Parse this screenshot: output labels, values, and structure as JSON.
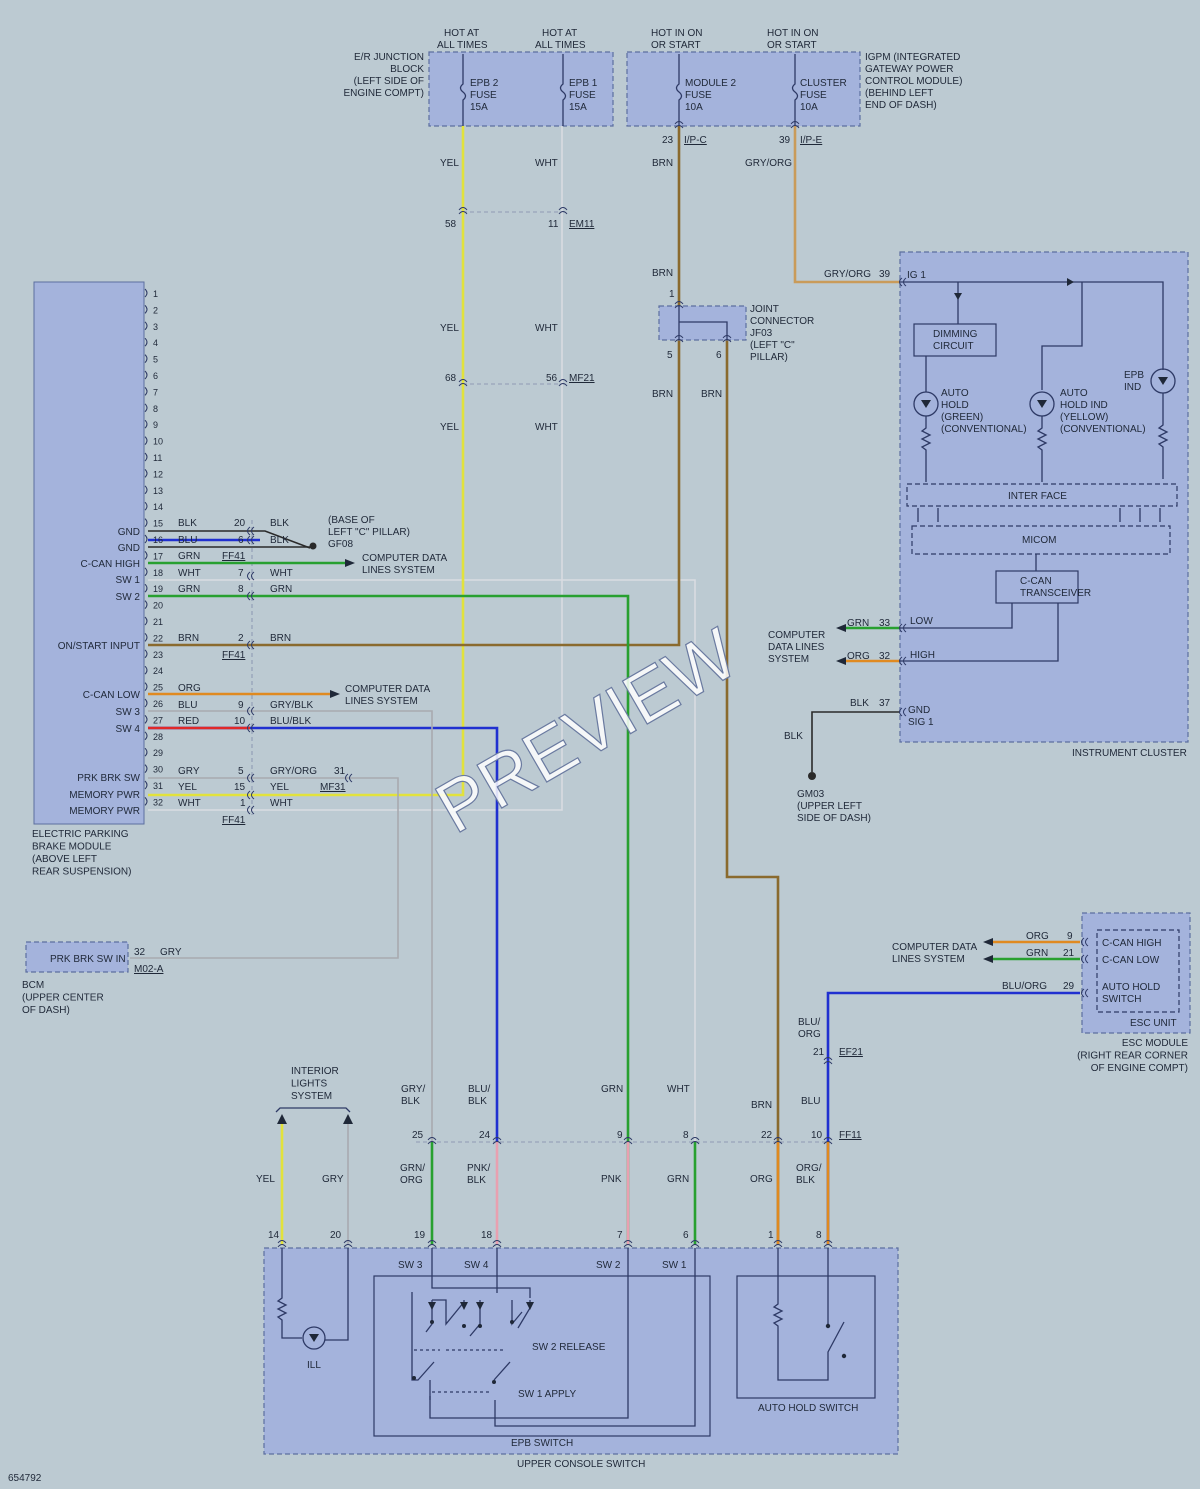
{
  "watermark": "PREVIEW",
  "diagram_id": "654792",
  "fuses": {
    "header_hot_always_1": "HOT AT ALL TIMES",
    "header_hot_always_2": "HOT AT ALL TIMES",
    "header_hot_on_1": "HOT IN ON OR START",
    "header_hot_on_2": "HOT IN ON OR START",
    "er_block": [
      "E/R JUNCTION",
      "BLOCK",
      "(LEFT SIDE OF",
      "ENGINE COMPT)"
    ],
    "igpm": [
      "IGPM (INTEGRATED",
      "GATEWAY POWER",
      "CONTROL MODULE)",
      "(BEHIND LEFT",
      "END OF DASH)"
    ],
    "epb2": [
      "EPB 2",
      "FUSE",
      "15A"
    ],
    "epb1": [
      "EPB 1",
      "FUSE",
      "15A"
    ],
    "module2": [
      "MODULE 2",
      "FUSE",
      "10A"
    ],
    "cluster": [
      "CLUSTER",
      "FUSE",
      "10A"
    ],
    "pin_23": "23",
    "conn_ipc": "I/P-C",
    "pin_39": "39",
    "conn_ipe": "I/P-E"
  },
  "connectors": {
    "em11_pin58": "58",
    "em11_pin11": "11",
    "em11": "EM11",
    "mf21_pin68": "68",
    "mf21_pin56": "56",
    "mf21": "MF21",
    "ff41_a": "FF41",
    "ff41_b": "FF41",
    "ff41_c": "FF41",
    "mf31": "MF31",
    "mf31_pin": "31",
    "m02a": "M02-A",
    "ef21": "EF21",
    "ef21_pin": "21",
    "ff11": "FF11"
  },
  "wires": {
    "yel": "YEL",
    "wht": "WHT",
    "brn": "BRN",
    "gry_org": "GRY/ORG",
    "blk": "BLK",
    "blu": "BLU",
    "grn": "GRN",
    "org": "ORG",
    "gry_blk": "GRY/BLK",
    "red": "RED",
    "blu_blk": "BLU/BLK",
    "gry": "GRY",
    "blu_org": "BLU/ORG",
    "pnk": "PNK",
    "grn_org": [
      "GRN/",
      "ORG"
    ],
    "pnk_blk": [
      "PNK/",
      "BLK"
    ],
    "gry_blk2": [
      "GRY/",
      "BLK"
    ],
    "blu_blk2": [
      "BLU/",
      "BLK"
    ],
    "org_blk": [
      "ORG/",
      "BLK"
    ],
    "blu_org2": [
      "BLU/",
      "ORG"
    ]
  },
  "joint": {
    "label": [
      "JOINT",
      "CONNECTOR",
      "JF03",
      "(LEFT \"C\"",
      "PILLAR)"
    ],
    "pin1": "1",
    "pin5": "5",
    "pin6": "6"
  },
  "epb_module": {
    "label": [
      "ELECTRIC PARKING",
      "BRAKE MODULE",
      "(ABOVE LEFT",
      "REAR SUSPENSION)"
    ],
    "pins": [
      "1",
      "2",
      "3",
      "4",
      "5",
      "6",
      "7",
      "8",
      "9",
      "10",
      "11",
      "12",
      "13",
      "14",
      "15",
      "16",
      "17",
      "18",
      "19",
      "20",
      "21",
      "22",
      "23",
      "24",
      "25",
      "26",
      "27",
      "28",
      "29",
      "30",
      "31",
      "32"
    ],
    "gnd1": "GND",
    "gnd2": "GND",
    "can_high": "C-CAN HIGH",
    "sw1": "SW 1",
    "sw2": "SW 2",
    "on_start": "ON/START INPUT",
    "can_low": "C-CAN LOW",
    "sw3": "SW 3",
    "sw4": "SW 4",
    "prk_brk": "PRK BRK SW",
    "mem_pwr1": "MEMORY PWR",
    "mem_pwr2": "MEMORY PWR"
  },
  "ground_gf08": [
    "(BASE OF",
    "LEFT \"C\" PILLAR)",
    "GF08"
  ],
  "cdls_1": [
    "COMPUTER DATA",
    "LINES SYSTEM"
  ],
  "cdls_2": [
    "COMPUTER DATA",
    "LINES SYSTEM"
  ],
  "cdls_3": [
    "COMPUTER",
    "DATA LINES",
    "SYSTEM"
  ],
  "cdls_4": [
    "COMPUTER DATA",
    "LINES SYSTEM"
  ],
  "bcm": {
    "box": "PRK BRK SW IN",
    "pin": "32",
    "label": [
      "BCM",
      "(UPPER CENTER",
      "OF DASH)"
    ]
  },
  "cluster": {
    "ig1": "IG 1",
    "pin39": "39",
    "dimming": [
      "DIMMING",
      "CIRCUIT"
    ],
    "auto_hold_green": [
      "AUTO",
      "HOLD",
      "(GREEN)",
      "(CONVENTIONAL)"
    ],
    "auto_hold_yellow": [
      "AUTO",
      "HOLD IND",
      "(YELLOW)",
      "(CONVENTIONAL)"
    ],
    "epb_ind": [
      "EPB",
      "IND"
    ],
    "interface": "INTER FACE",
    "micom": "MICOM",
    "transceiver": [
      "C-CAN",
      "TRANSCEIVER"
    ],
    "low": "LOW",
    "high": "HIGH",
    "gnd": "GND",
    "sig1": "SIG 1",
    "pin33": "33",
    "pin32": "32",
    "pin37": "37",
    "label": "INSTRUMENT CLUSTER"
  },
  "gm03": [
    "GM03",
    "(UPPER LEFT",
    "SIDE OF DASH)"
  ],
  "esc": {
    "can_high": "C-CAN HIGH",
    "can_low": "C-CAN LOW",
    "auto_hold": [
      "AUTO HOLD",
      "SWITCH"
    ],
    "unit": "ESC UNIT",
    "label": [
      "ESC MODULE",
      "(RIGHT REAR CORNER",
      "OF ENGINE COMPT)"
    ],
    "pin9": "9",
    "pin21": "21",
    "pin29": "29"
  },
  "interior": [
    "INTERIOR",
    "LIGHTS",
    "SYSTEM"
  ],
  "console": {
    "pins_top": [
      "25",
      "24",
      "9",
      "8",
      "22",
      "10"
    ],
    "pins_bottom": [
      "14",
      "20",
      "19",
      "18",
      "7",
      "6",
      "1",
      "8"
    ],
    "sw3": "SW 3",
    "sw4": "SW 4",
    "sw2": "SW 2",
    "sw1": "SW 1",
    "sw2_release": "SW 2 RELEASE",
    "sw1_apply": "SW 1 APPLY",
    "ill": "ILL",
    "epb_switch": "EPB SWITCH",
    "auto_hold_switch": "AUTO HOLD SWITCH",
    "label": "UPPER CONSOLE SWITCH"
  },
  "colors": {
    "yel": "#e2e23c",
    "wht": "#e8e8e8",
    "brn": "#8a6a2e",
    "gry_org": "#c99b5a",
    "blk": "#2a2a2a",
    "blu": "#2030d0",
    "grn": "#28a030",
    "org": "#e08a20",
    "red": "#e02828",
    "gry": "#a8aab0",
    "pnk": "#e8a0b0"
  }
}
